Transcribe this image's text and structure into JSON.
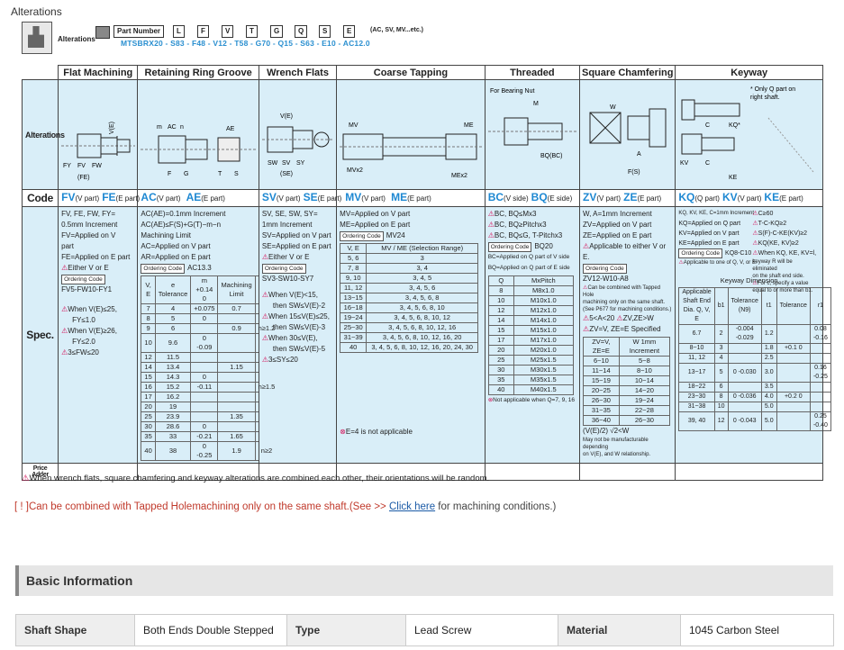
{
  "page_title": "Alterations",
  "part_number": {
    "label": "Part Number",
    "parts": [
      "L",
      "F",
      "V",
      "T",
      "G",
      "Q",
      "S",
      "E"
    ],
    "suffix": "(AC, SV, MV...etc.)",
    "alterations_label": "Alterations",
    "example": "MTSBRX20  -  S83  -  F48  -  V12  -  T58  -  G70  -  Q15  -  S63  -  E10  -  AC12.0"
  },
  "table": {
    "columns": [
      "Flat Machining",
      "Retaining Ring Groove",
      "Wrench Flats",
      "Coarse Tapping",
      "Threaded",
      "Square Chamfering",
      "Keyway"
    ],
    "row_labels": {
      "alterations": "Alterations",
      "code": "Code",
      "spec": "Spec.",
      "price": "Price Adder"
    },
    "drawings": {
      "flat": [
        "V(E)",
        "FY",
        "FV",
        "FW",
        "(FE)"
      ],
      "ring": [
        "AC",
        "AE",
        "m",
        "n",
        "F",
        "G",
        "T",
        "S"
      ],
      "wrench": [
        "V(E)",
        "SW",
        "SV",
        "SY",
        "(SE)"
      ],
      "tapping": [
        "MV",
        "ME",
        "MVx2",
        "MEx2"
      ],
      "threaded": [
        "For Bearing Nut",
        "M",
        "BQ(BC)"
      ],
      "square": [
        "W",
        "A",
        "F(S)"
      ],
      "keyway_note1": "* Only Q part on",
      "keyway_note2": "right shaft.",
      "keyway": [
        "C",
        "KQ*",
        "KV",
        "C",
        "KE"
      ]
    },
    "codes": {
      "flat": [
        {
          "k": "FV",
          "s": "(V part)"
        },
        {
          "k": "FE",
          "s": "(E part)"
        }
      ],
      "ring": [
        {
          "k": "AC",
          "s": "(V part)"
        },
        {
          "k": "AE",
          "s": "(E part)"
        }
      ],
      "wrench": [
        {
          "k": "SV",
          "s": "(V part)"
        },
        {
          "k": "SE",
          "s": "(E part)"
        }
      ],
      "tapping": [
        {
          "k": "MV",
          "s": "(V part)"
        },
        {
          "k": "ME",
          "s": "(E part)"
        }
      ],
      "threaded": [
        {
          "k": "BC",
          "s": "(V side)"
        },
        {
          "k": "BQ",
          "s": "(E side)"
        }
      ],
      "square": [
        {
          "k": "ZV",
          "s": "(V part)"
        },
        {
          "k": "ZE",
          "s": "(E part)"
        }
      ],
      "keyway": [
        {
          "k": "KQ",
          "s": "(Q part)"
        },
        {
          "k": "KV",
          "s": "(V part)"
        },
        {
          "k": "KE",
          "s": "(E part)"
        }
      ]
    },
    "spec": {
      "flat": {
        "lines1": [
          "FV, FE, FW, FY=",
          "0.5mm Increment",
          "FV=Applied on V",
          "part",
          "FE=Applied on E part"
        ],
        "either": "Either V or E",
        "oc": "Ordering Code",
        "code": "FV5-FW10-FY1",
        "cond": [
          "When V(E)≤25,",
          "FY≤1.0",
          "When V(E)≥26,",
          "FY≤2.0",
          "3≤FW≤20"
        ]
      },
      "ring": {
        "lines1": [
          "AC(AE)=0.1mm Increment",
          "AC(AE)≤F(S)+G(T)−m−n",
          "Machining Limit",
          "AC=Applied on V part",
          "AR=Applied on E part"
        ],
        "oc": "Ordering Code",
        "code": "AC13.3",
        "head": [
          "V, E",
          "e Tolerance",
          "m +0.14 0",
          "Machining Limit"
        ],
        "rows": [
          [
            "7",
            "4",
            "+0.075",
            "0.7",
            ""
          ],
          [
            "8",
            "5",
            "0",
            "",
            ""
          ],
          [
            "9",
            "6",
            "",
            "0.9",
            "n≥1.2"
          ],
          [
            "10",
            "9.6",
            "0 -0.09",
            "",
            ""
          ],
          [
            "12",
            "11.5",
            "",
            "",
            ""
          ],
          [
            "14",
            "13.4",
            "",
            "1.15",
            ""
          ],
          [
            "15",
            "14.3",
            "0",
            "",
            ""
          ],
          [
            "16",
            "15.2",
            "-0.11",
            "",
            "n≥1.5"
          ],
          [
            "17",
            "16.2",
            "",
            "",
            ""
          ],
          [
            "20",
            "19",
            "",
            "",
            ""
          ],
          [
            "25",
            "23.9",
            "",
            "1.35",
            ""
          ],
          [
            "30",
            "28.6",
            "0",
            "",
            ""
          ],
          [
            "35",
            "33",
            "-0.21",
            "1.65",
            ""
          ],
          [
            "40",
            "38",
            "0 -0.25",
            "1.9",
            "n≥2"
          ]
        ]
      },
      "wrench": {
        "lines1": [
          "SV, SE, SW, SY=",
          "1mm Increment",
          "SV=Applied on V part",
          "SE=Applied on E part"
        ],
        "either": "Either V or E",
        "oc": "Ordering Code",
        "code": "SV3-SW10-SY7",
        "cond": [
          "When V(E)<15,",
          "then SW≤V(E)-2",
          "When 15≤V(E)≤25,",
          "then SW≤V(E)-3",
          "When 30≤V(E),",
          "then SW≤V(E)-5",
          "3≤SY≤20"
        ]
      },
      "tapping": {
        "lines1": [
          "MV=Applied on V part",
          "ME=Applied on E part"
        ],
        "oc": "Ordering Code",
        "code": "MV24",
        "head": [
          "V, E",
          "MV / ME (Selection Range)"
        ],
        "rows": [
          [
            "5, 6",
            "3"
          ],
          [
            "7, 8",
            "3, 4"
          ],
          [
            "9, 10",
            "3, 4, 5"
          ],
          [
            "11, 12",
            "3, 4, 5, 6"
          ],
          [
            "13~15",
            "3, 4, 5, 6, 8"
          ],
          [
            "16~18",
            "3, 4, 5, 6, 8, 10"
          ],
          [
            "19~24",
            "3, 4, 5, 6, 8, 10, 12"
          ],
          [
            "25~30",
            "3, 4, 5, 6, 8, 10, 12, 16"
          ],
          [
            "31~39",
            "3, 4, 5, 6, 8, 10, 12, 16, 20"
          ],
          [
            "40",
            "3, 4, 5, 6, 8, 10, 12, 16, 20, 24, 30"
          ]
        ],
        "note": "E=4 is not applicable"
      },
      "threaded": {
        "lines1": [
          "BC, BQ≤Mx3",
          "BC, BQ≥Pitchx3",
          "BC, BQ≤G, T-Pitchx3"
        ],
        "oc": "Ordering Code",
        "code": "BQ20",
        "lines2": [
          "BC=Applied on Q part of V side",
          "BQ=Applied on Q part of E side"
        ],
        "head": [
          "Q",
          "MxPitch"
        ],
        "rows": [
          [
            "8",
            "M8x1.0"
          ],
          [
            "10",
            "M10x1.0"
          ],
          [
            "12",
            "M12x1.0"
          ],
          [
            "14",
            "M14x1.0"
          ],
          [
            "15",
            "M15x1.0"
          ],
          [
            "17",
            "M17x1.0"
          ],
          [
            "20",
            "M20x1.0"
          ],
          [
            "25",
            "M25x1.5"
          ],
          [
            "30",
            "M30x1.5"
          ],
          [
            "35",
            "M35x1.5"
          ],
          [
            "40",
            "M40x1.5"
          ]
        ],
        "note": "Not applicable when Q=7, 9, 16"
      },
      "square": {
        "lines1": [
          "W, A=1mm Increment",
          "ZV=Applied on V part",
          "ZE=Applied on E part"
        ],
        "either": "Applicable to either V or E.",
        "oc": "Ordering Code",
        "code": "ZV12-W10-A8",
        "small": [
          "Can be combined with Tapped Hole",
          "machining only on the same shaft.",
          "(See P677 for machining conditions.)"
        ],
        "c1": "5<A<20",
        "c2": "ZV,ZE>W",
        "c3": "ZV=V, ZE=E Specified",
        "head": [
          "ZV=V, ZE=E",
          "W 1mm Increment"
        ],
        "rows": [
          [
            "6~10",
            "5~8"
          ],
          [
            "11~14",
            "8~10"
          ],
          [
            "15~19",
            "10~14"
          ],
          [
            "20~25",
            "14~20"
          ],
          [
            "26~30",
            "19~24"
          ],
          [
            "31~35",
            "22~28"
          ],
          [
            "36~40",
            "26~30"
          ]
        ],
        "note1": "(V(E)/2) √2<W",
        "note2": [
          "May not be manufacturable depending",
          "on V(E), and W relationship."
        ]
      },
      "keyway": {
        "lines1": [
          "KQ, KV, KE, C=1mm Increment",
          "KQ=Applied on Q part",
          "KV=Applied on V part",
          "KE=Applied on E part"
        ],
        "c1": "C≥60",
        "c2": "T-C-KQ≥2",
        "c3": "S(F)-C-KE(KV)≥2",
        "c4": "KQ(KE, KV)≥2",
        "c5": "When KQ, KE, KV=l,",
        "oc": "Ordering Code",
        "code": "KQ8-C10",
        "side": [
          "keyway R will be eliminated",
          "on the shaft end side."
        ],
        "applic": "Applicable to one of Q, V, or E.",
        "side2": [
          "For c, specify a value",
          "equal to or more than b1."
        ],
        "dim_title": "Keyway Dimension",
        "head": [
          "Applicable Shaft End Dia. Q, V, E",
          "b1",
          "Tolerance (N9)",
          "t1",
          "Tolerance",
          "r1"
        ],
        "rows": [
          [
            "6.7",
            "2",
            "-0.004 -0.029",
            "1.2",
            "",
            "0.08 -0.16"
          ],
          [
            "8~10",
            "3",
            "",
            "1.8",
            "+0.1 0",
            ""
          ],
          [
            "11, 12",
            "4",
            "",
            "2.5",
            "",
            ""
          ],
          [
            "13~17",
            "5",
            "0 -0.030",
            "3.0",
            "",
            "0.16 -0.25"
          ],
          [
            "18~22",
            "6",
            "",
            "3.5",
            "",
            ""
          ],
          [
            "23~30",
            "8",
            "0 -0.036",
            "4.0",
            "+0.2 0",
            ""
          ],
          [
            "31~38",
            "10",
            "",
            "5.0",
            "",
            ""
          ],
          [
            "39, 40",
            "12",
            "0 -0.043",
            "5.0",
            "",
            "0.25 -0.40"
          ]
        ]
      }
    }
  },
  "footnote": "When wrench flats, square chamfering and keyway alterations are combined each other, their orientations will be random.",
  "combine_note": {
    "prefix": "[ ! ]Can be combined with Tapped Holemachining only on the same shaft.(See >> ",
    "link": "Click here",
    "suffix": " for machining conditions.)"
  },
  "basic_info": {
    "title": "Basic Information",
    "items": [
      {
        "label": "Shaft Shape",
        "value": "Both Ends Double Stepped"
      },
      {
        "label": "Type",
        "value": "Lead Screw"
      },
      {
        "label": "Material",
        "value": "1045 Carbon Steel"
      }
    ]
  }
}
